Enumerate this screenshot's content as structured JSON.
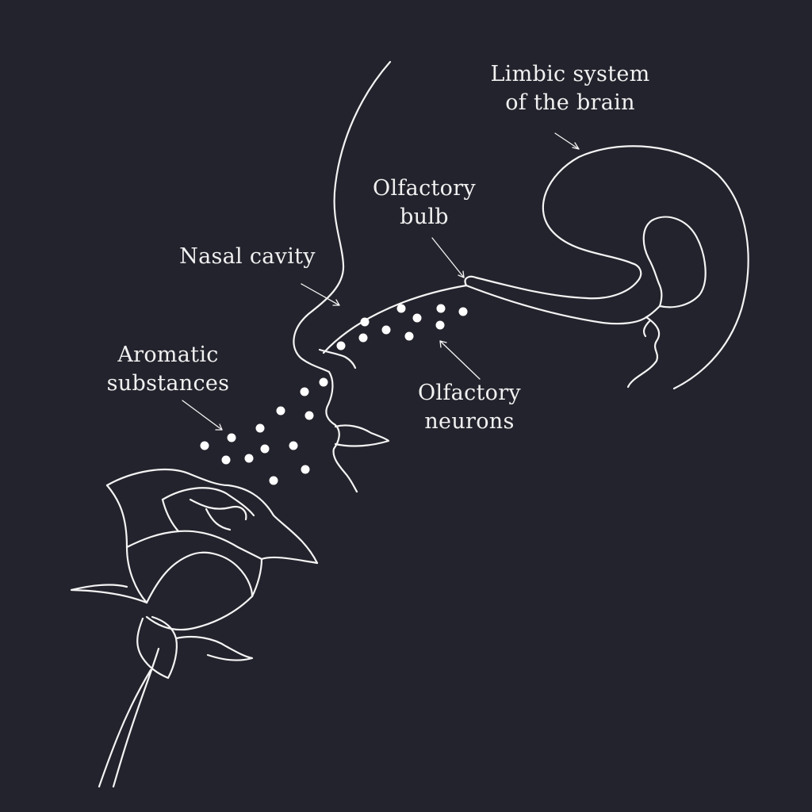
{
  "colors": {
    "background": "#23232d",
    "line": "#f4f4f4",
    "text": "#f1f1f1"
  },
  "labels": {
    "limbic": {
      "line1": "Limbic system",
      "line2": "of the brain"
    },
    "bulb": {
      "line1": "Olfactory",
      "line2": "bulb"
    },
    "nasal": {
      "line1": "Nasal cavity"
    },
    "neurons": {
      "line1": "Olfactory",
      "line2": "neurons"
    },
    "aromatic": {
      "line1": "Aromatic",
      "line2": "substances"
    }
  },
  "icons": [
    "face-profile-outline",
    "brain-limbic-outline",
    "rose-flower-outline",
    "scent-particles"
  ]
}
